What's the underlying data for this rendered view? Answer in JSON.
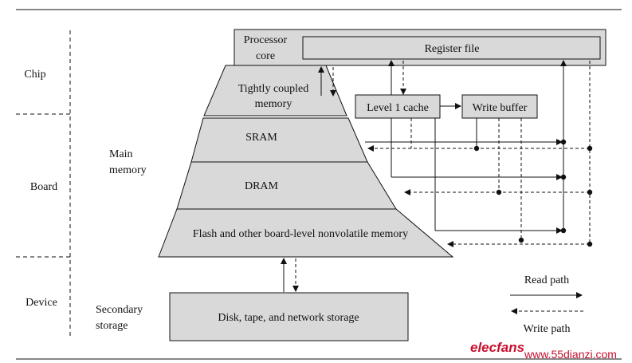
{
  "levels": {
    "chip": "Chip",
    "board": "Board",
    "device": "Device"
  },
  "groups": {
    "main_memory": [
      "Main",
      "memory"
    ],
    "secondary_storage": [
      "Secondary",
      "storage"
    ]
  },
  "processor_core": [
    "Processor",
    "core"
  ],
  "boxes": {
    "register_file": "Register file",
    "l1_cache": "Level 1 cache",
    "write_buffer": "Write buffer",
    "disk": "Disk, tape, and network storage"
  },
  "pyramid": {
    "tcm": [
      "Tightly coupled",
      "memory"
    ],
    "sram": "SRAM",
    "dram": "DRAM",
    "flash": "Flash and other board-level nonvolatile memory"
  },
  "legend": {
    "read": "Read path",
    "write": "Write path"
  },
  "watermark": {
    "brand": "elecfans",
    "site": "www.55dianzi.com"
  },
  "colors": {
    "fill": "#d9d9d9",
    "line": "#111111",
    "watermark": "#c8102e"
  }
}
